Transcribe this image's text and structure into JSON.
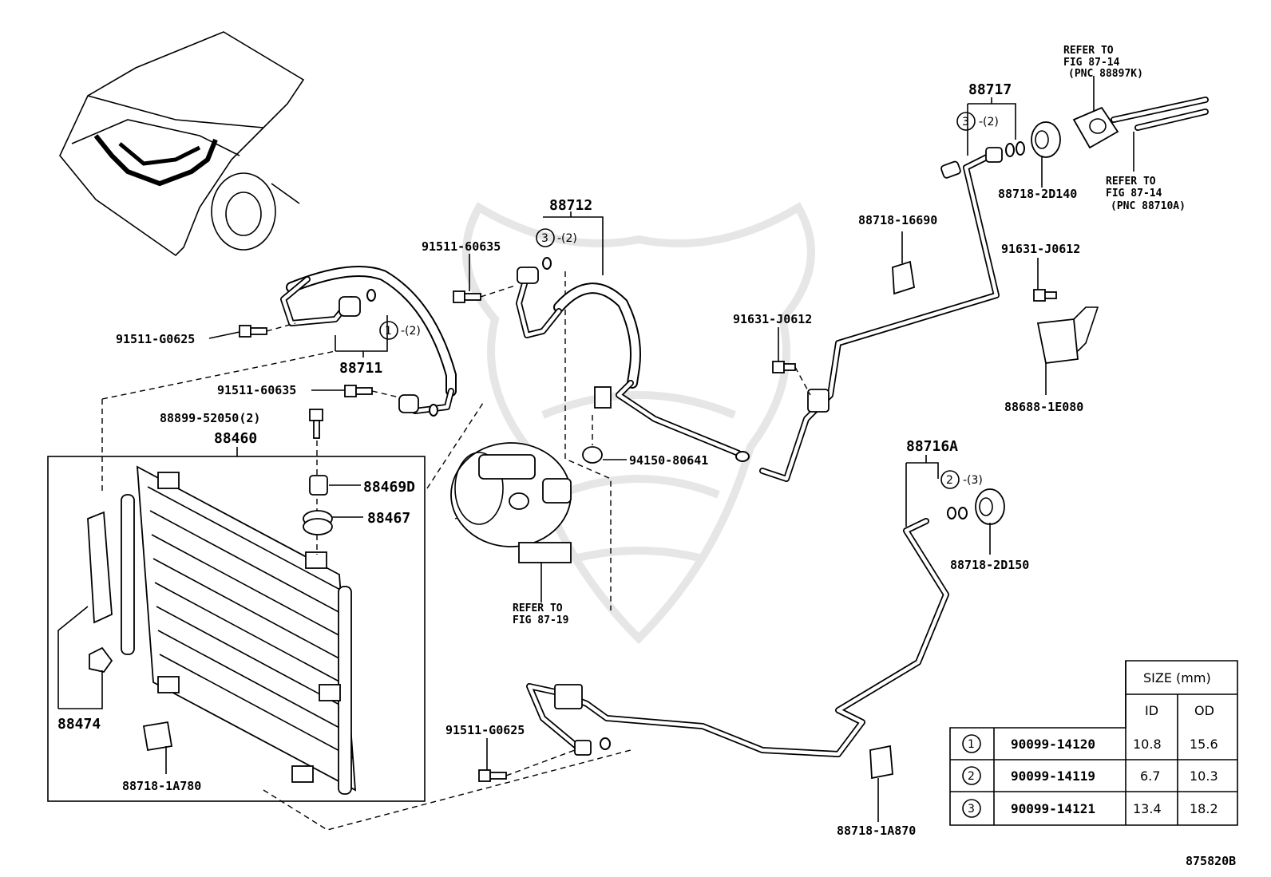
{
  "callouts": {
    "c_91511_g0625_a": "91511-G0625",
    "c_88711": "88711",
    "c_91511_60635_a": "91511-60635",
    "c_91511_60635_b": "91511-60635",
    "c_88712": "88712",
    "c_88899": "88899-52050",
    "c_88899_qty": "(2)",
    "c_88460": "88460",
    "c_88469d": "88469D",
    "c_88467": "88467",
    "c_88474": "88474",
    "c_88718_1a780": "88718-1A780",
    "c_94150": "94150-80641",
    "c_91631_j0612_a": "91631-J0612",
    "c_91631_j0612_b": "91631-J0612",
    "c_88718_16690": "88718-16690",
    "c_88717": "88717",
    "c_88718_2d140": "88718-2D140",
    "c_88688": "88688-1E080",
    "c_88716a": "88716A",
    "c_88718_2d150": "88718-2D150",
    "c_91511_g0625_b": "91511-G0625",
    "c_88718_1a870": "88718-1A870",
    "diagram_id": "875820B"
  },
  "ring_markers": {
    "r1": {
      "num": "1",
      "qty": "-(2)"
    },
    "r2": {
      "num": "2",
      "qty": "-(3)"
    },
    "r3a": {
      "num": "3",
      "qty": "-(2)"
    },
    "r3b": {
      "num": "3",
      "qty": "-(2)"
    }
  },
  "refers": {
    "refer_top_1": {
      "l1": "REFER TO",
      "l2": "FIG 87-14",
      "l3": "(PNC 88897K)"
    },
    "refer_top_2": {
      "l1": "REFER TO",
      "l2": "FIG 87-14",
      "l3": "(PNC 88710A)"
    },
    "refer_comp": {
      "l1": "REFER TO",
      "l2": "FIG 87-19"
    }
  },
  "size_table": {
    "header": "SIZE (mm)",
    "col_id": "ID",
    "col_od": "OD",
    "rows": [
      {
        "num": "1",
        "part": "90099-14120",
        "id": "10.8",
        "od": "15.6"
      },
      {
        "num": "2",
        "part": "90099-14119",
        "id": "6.7",
        "od": "10.3"
      },
      {
        "num": "3",
        "part": "90099-14121",
        "id": "13.4",
        "od": "18.2"
      }
    ]
  }
}
